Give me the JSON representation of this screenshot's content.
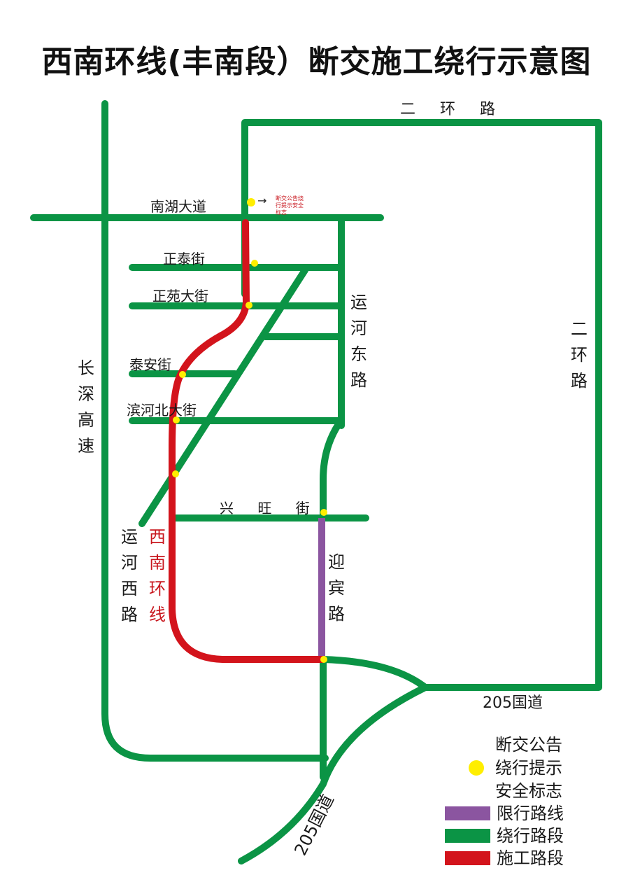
{
  "title": "西南环线(丰南段）断交施工绕行示意图",
  "roads": {
    "erhuan_top": "二 环 路",
    "erhuan_right": "二环路",
    "nanhu": "南湖大道",
    "zhengtai": "正泰街",
    "zhengyuan": "正苑大街",
    "taian": "泰安街",
    "binhe": "滨河北大街",
    "xingwang": "兴 旺 街",
    "yunhe_east": "运河东路",
    "changshen": "长深高速",
    "yunhe_west": "运河西路",
    "xinanhuan": "西南环线",
    "yingbin": "迎宾路",
    "g205_right": "205国道",
    "g205_bottom": "205国道"
  },
  "sign_note": "断交公告绕行提示安全标志",
  "legend": {
    "sign_lines": [
      "断交公告",
      "绕行提示",
      "安全标志"
    ],
    "restricted": "限行路线",
    "detour": "绕行路段",
    "construction": "施工路段"
  },
  "colors": {
    "detour": "#0b9445",
    "construction": "#d3141c",
    "restricted": "#8b55a0",
    "sign": "#ffee00"
  }
}
